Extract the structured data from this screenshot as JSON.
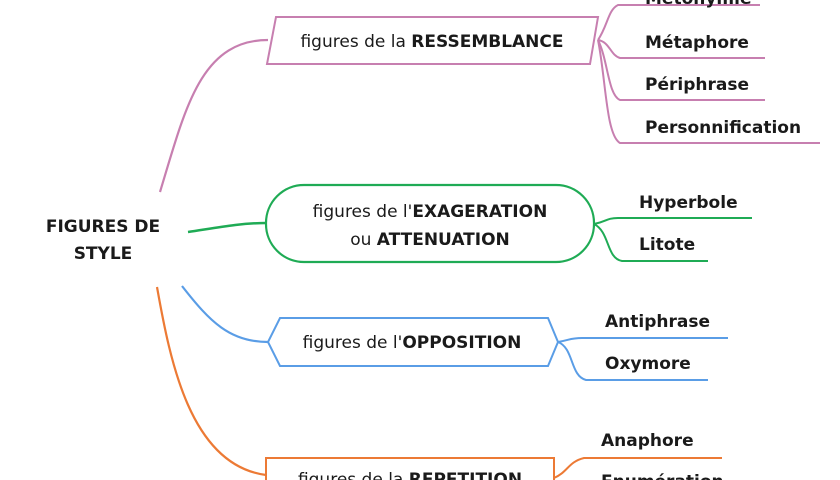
{
  "root": {
    "line1": "FIGURES DE",
    "line2": "STYLE"
  },
  "colors": {
    "ressemblance": "#c77fb0",
    "exageration": "#1fab55",
    "opposition": "#5a9de6",
    "repetition": "#ec7a35"
  },
  "branches": {
    "ressemblance": {
      "prefix": "figures de la ",
      "keyword": "RESSEMBLANCE",
      "items": [
        "Métonymie",
        "Métaphore",
        "Périphrase",
        "Personnification"
      ]
    },
    "exageration": {
      "line1_prefix": "figures de l'",
      "line1_keyword": "EXAGERATION",
      "line2_prefix": "ou ",
      "line2_keyword": "ATTENUATION",
      "items": [
        "Hyperbole",
        "Litote"
      ]
    },
    "opposition": {
      "prefix": "figures de l'",
      "keyword": "OPPOSITION",
      "items": [
        "Antiphrase",
        "Oxymore"
      ]
    },
    "repetition": {
      "prefix": "figures de la ",
      "keyword": "REPETITION",
      "items": [
        "Anaphore",
        "Enumération"
      ]
    }
  }
}
